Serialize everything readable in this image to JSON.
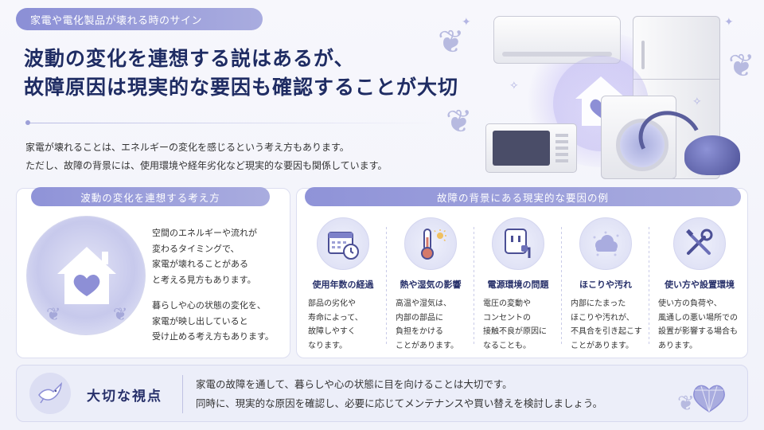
{
  "header": {
    "tag": "家電や電化製品が壊れる時のサイン",
    "title_line1": "波動の変化を連想する説はあるが、",
    "title_line2": "故障原因は現実的な要因も確認することが大切",
    "intro_line1": "家電が壊れることは、エネルギーの変化を感じるという考え方もあります。",
    "intro_line2": "ただし、故障の背景には、使用環境や経年劣化など現実的な要因も関係しています。"
  },
  "left_panel": {
    "title": "波動の変化を連想する考え方",
    "icon": "house-heart-icon",
    "para1": [
      "空間のエネルギーや流れが",
      "変わるタイミングで、",
      "家電が壊れることがある",
      "と考える見方もあります。"
    ],
    "para2": [
      "暮らしや心の状態の変化を、",
      "家電が映し出していると",
      "受け止める考え方もあります。"
    ]
  },
  "right_panel": {
    "title": "故障の背景にある現実的な要因の例",
    "factors": [
      {
        "icon": "calendar-clock-icon",
        "title": "使用年数の経過",
        "lines": [
          "部品の劣化や",
          "寿命によって、",
          "故障しやすく",
          "なります。"
        ]
      },
      {
        "icon": "thermometer-sun-icon",
        "title": "熱や湿気の影響",
        "lines": [
          "高温や湿気は、",
          "内部の部品に",
          "負担をかける",
          "ことがあります。"
        ]
      },
      {
        "icon": "power-outlet-icon",
        "title": "電源環境の問題",
        "lines": [
          "電圧の変動や",
          "コンセントの",
          "接触不良が原因に",
          "なることも。"
        ]
      },
      {
        "icon": "dust-cloud-icon",
        "title": "ほこりや汚れ",
        "lines": [
          "内部にたまった",
          "ほこりや汚れが、",
          "不具合を引き起こす",
          "ことがあります。"
        ]
      },
      {
        "icon": "tools-icon",
        "title": "使い方や設置環境",
        "lines": [
          "使い方の負荷や、",
          "風通しの悪い場所での",
          "設置が影響する場合も",
          "あります。"
        ]
      }
    ]
  },
  "banner": {
    "icon": "dove-icon",
    "title": "大切な視点",
    "line1": "家電の故障を通して、暮らしや心の状態に目を向けることは大切です。",
    "line2": "同時に、現実的な原因を確認し、必要に応じてメンテナンスや買い替えを検討しましょう。",
    "heart_icon": "crystal-heart-icon"
  },
  "colors": {
    "accent": "#8f93d8",
    "navy": "#1f2c63",
    "panel_bg": "#ffffff",
    "banner_bg": "#eceef9"
  }
}
